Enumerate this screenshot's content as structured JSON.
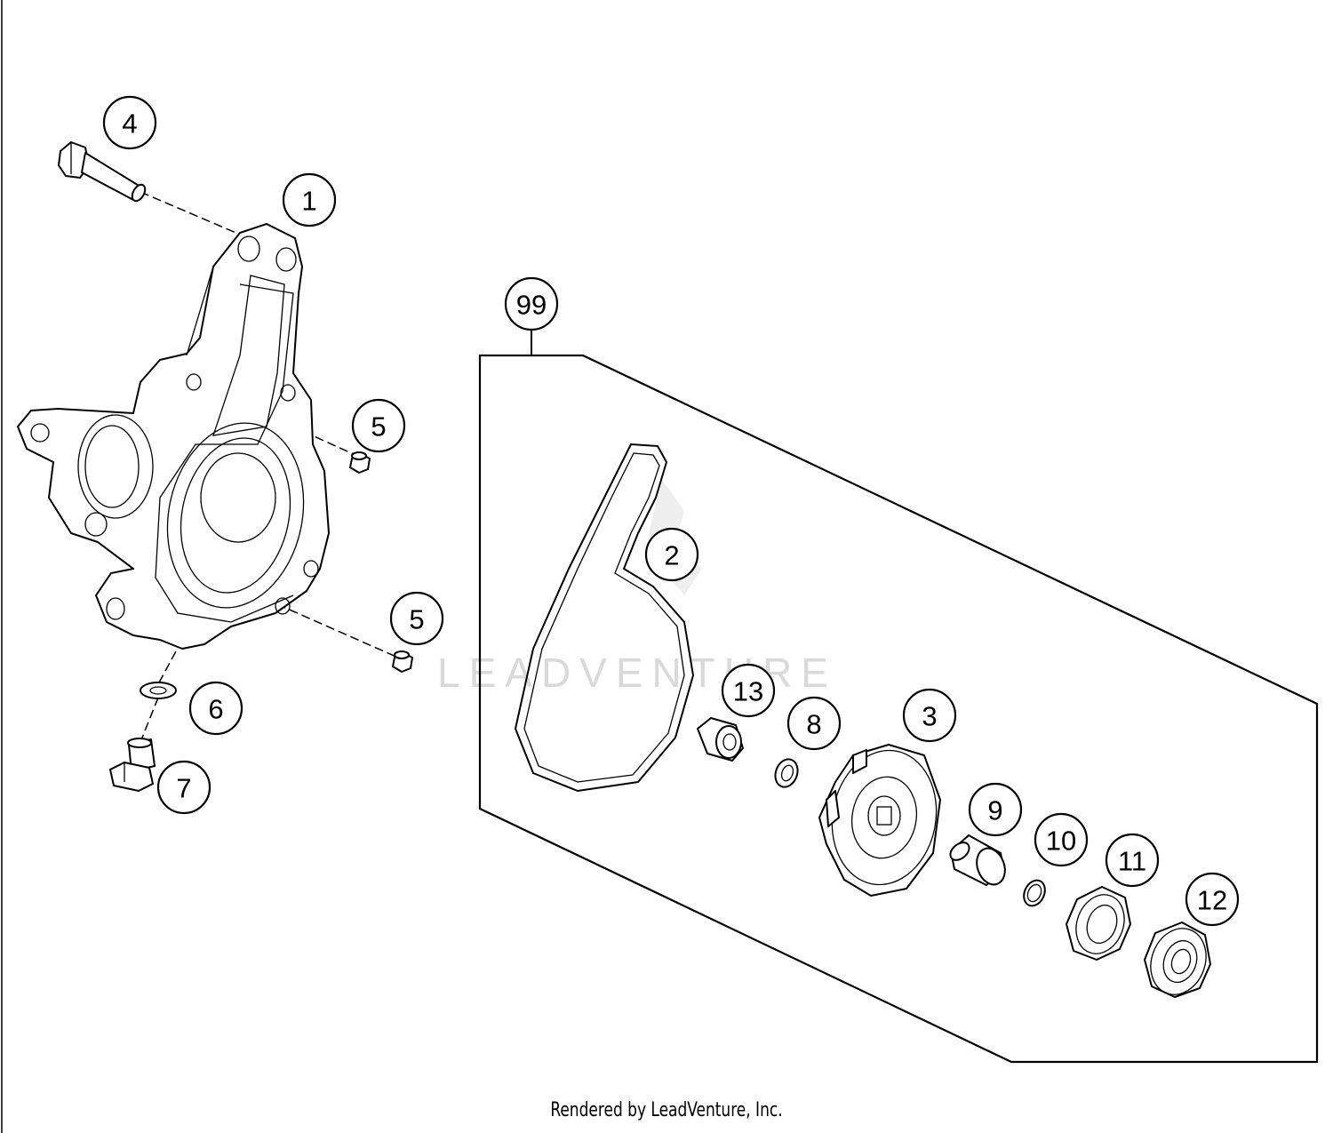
{
  "watermark": "LEADVENTURE",
  "footer": "Rendered by LeadVenture, Inc.",
  "callouts": [
    "1",
    "2",
    "3",
    "4",
    "5",
    "5",
    "6",
    "7",
    "8",
    "9",
    "10",
    "11",
    "12",
    "13",
    "99"
  ]
}
